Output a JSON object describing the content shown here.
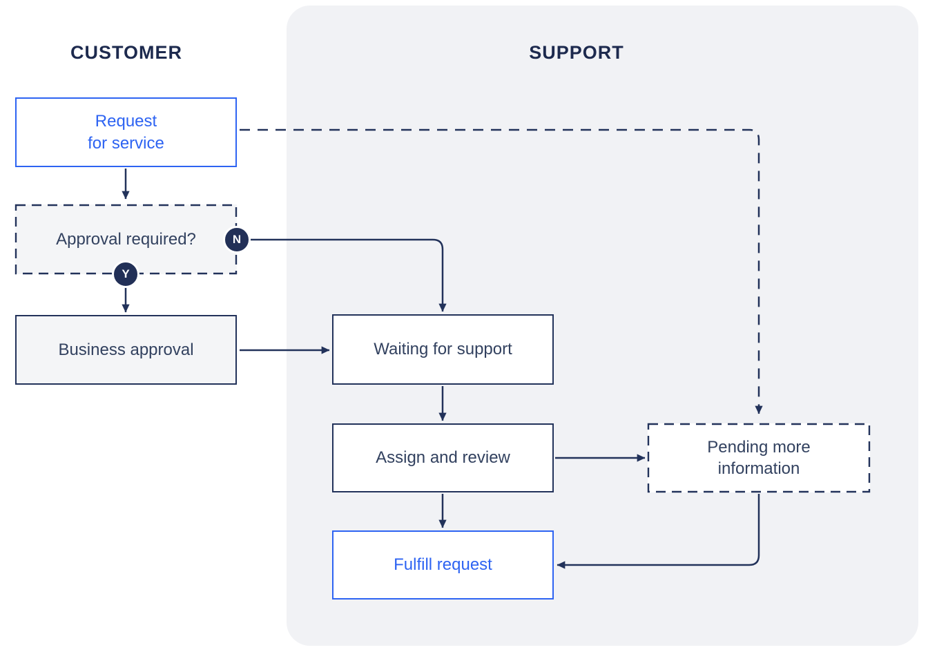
{
  "diagram": {
    "type": "flowchart",
    "lanes": [
      {
        "id": "customer",
        "label": "CUSTOMER"
      },
      {
        "id": "support",
        "label": "SUPPORT"
      }
    ],
    "nodes": {
      "request": {
        "label": "Request\nfor service",
        "lane": "customer",
        "outline": "solid",
        "accent": "blue"
      },
      "approval": {
        "label": "Approval required?",
        "lane": "customer",
        "outline": "dashed",
        "accent": "navy"
      },
      "business": {
        "label": "Business approval",
        "lane": "customer",
        "outline": "solid",
        "accent": "navy"
      },
      "waiting": {
        "label": "Waiting for support",
        "lane": "support",
        "outline": "solid",
        "accent": "navy"
      },
      "assign": {
        "label": "Assign and review",
        "lane": "support",
        "outline": "solid",
        "accent": "navy"
      },
      "pending": {
        "label": "Pending more\ninformation",
        "lane": "support",
        "outline": "dashed",
        "accent": "navy"
      },
      "fulfill": {
        "label": "Fulfill request",
        "lane": "support",
        "outline": "solid",
        "accent": "blue"
      }
    },
    "badges": {
      "no": "N",
      "yes": "Y"
    },
    "edges": [
      {
        "from": "request",
        "to": "approval",
        "style": "solid",
        "label": ""
      },
      {
        "from": "approval",
        "to": "waiting",
        "style": "solid",
        "label": "N"
      },
      {
        "from": "approval",
        "to": "business",
        "style": "solid",
        "label": "Y"
      },
      {
        "from": "business",
        "to": "waiting",
        "style": "solid",
        "label": ""
      },
      {
        "from": "waiting",
        "to": "assign",
        "style": "solid",
        "label": ""
      },
      {
        "from": "assign",
        "to": "pending",
        "style": "solid",
        "label": ""
      },
      {
        "from": "assign",
        "to": "fulfill",
        "style": "solid",
        "label": ""
      },
      {
        "from": "pending",
        "to": "fulfill",
        "style": "solid",
        "label": ""
      },
      {
        "from": "request",
        "to": "pending",
        "style": "dashed",
        "label": ""
      }
    ],
    "colors": {
      "accent_blue": "#2d63f2",
      "stroke_navy": "#22325a",
      "text_navy": "#32415f",
      "header_navy": "#1d2a4e",
      "support_panel_bg": "#f1f2f5",
      "gray_node_fill": "#f4f5f7",
      "background": "#ffffff",
      "badge_fill": "#223057",
      "badge_text": "#ffffff"
    }
  }
}
